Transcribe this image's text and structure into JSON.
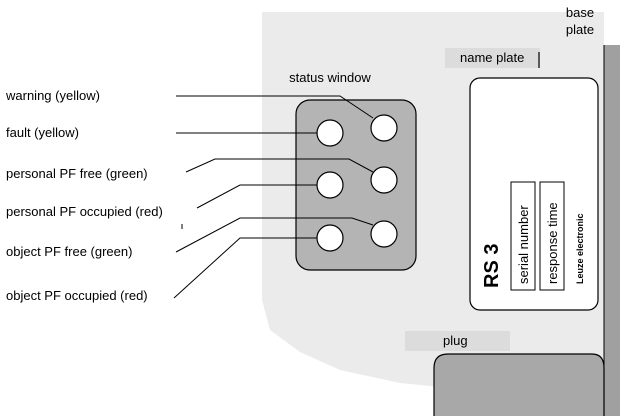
{
  "labels": {
    "base_plate_1": "base",
    "base_plate_2": "plate",
    "name_plate": "name plate",
    "status_window": "status window",
    "plug": "plug",
    "warning": "warning (yellow)",
    "fault": "fault (yellow)",
    "personal_free": "personal PF free (green)",
    "personal_occupied": "personal PF occupied (red)",
    "object_free": "object PF free (green)",
    "object_occupied": "object PF occupied (red)"
  },
  "nameplate": {
    "model": "RS 3",
    "serial": "serial number",
    "response": "response time",
    "brand": "Leuze electronic"
  },
  "colors": {
    "housing": "#ebebeb",
    "status_window": "#b4b4b4",
    "base_plate": "#a0a0a0",
    "plug": "#a8a8a8",
    "label_bg": "#dcdcdc"
  }
}
